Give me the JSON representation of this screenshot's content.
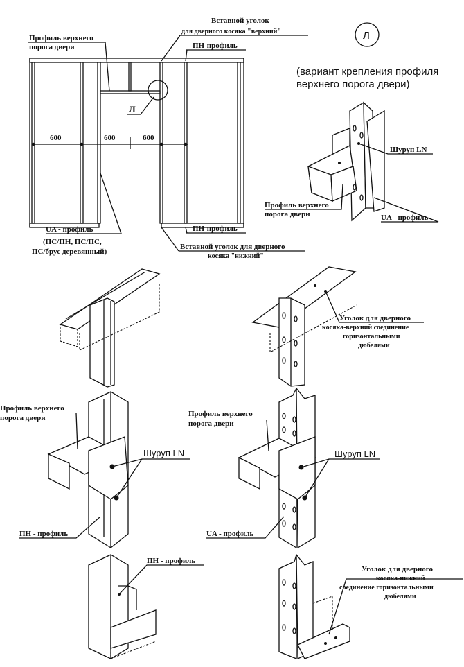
{
  "frame": {
    "insert_corner_top": [
      "Вставной уголок",
      "для дверного косяка \"верхний\""
    ],
    "door_header_profile": [
      "Профиль верхнего",
      "порога двери"
    ],
    "pn_profile_top": "ПН-профиль",
    "callout": "Л",
    "dimensions": [
      "600",
      "600",
      "600"
    ],
    "ua_profile": [
      "UA - профиль",
      "(ПС/ПН, ПС/ПС,",
      "ПС/брус деревянный)"
    ],
    "pn_profile_bottom": "ПН-профиль",
    "insert_corner_bottom": [
      "Вставной уголок для дверного",
      "косяка \"нижний\""
    ]
  },
  "detail_l": {
    "badge": "Л",
    "caption": [
      "(вариант крепления профиля",
      "верхнего порога двери)"
    ],
    "screw": "Шуруп LN",
    "header_profile": [
      "Профиль верхнего",
      "порога двери"
    ],
    "ua_profile": "UA - профиль"
  },
  "top_right_detail": {
    "corner_top": [
      "Уголок для дверного",
      "косяка-верхний соединение",
      "горизонтальными",
      "дюбелями"
    ]
  },
  "mid_left_detail": {
    "header_profile": [
      "Профиль верхнего",
      "порога двери"
    ],
    "screw": "Шуруп LN",
    "pn_profile": "ПН - профиль"
  },
  "mid_right_detail": {
    "header_profile": [
      "Профиль верхнего",
      "порога двери"
    ],
    "screw": "Шуруп LN",
    "ua_profile": "UA - профиль"
  },
  "bottom_left_detail": {
    "pn_profile": "ПН - профиль"
  },
  "bottom_right_detail": {
    "corner_bottom": [
      "Уголок для дверного",
      "косяка-нижний",
      "соединение горизонтальными",
      "дюбелями"
    ]
  }
}
